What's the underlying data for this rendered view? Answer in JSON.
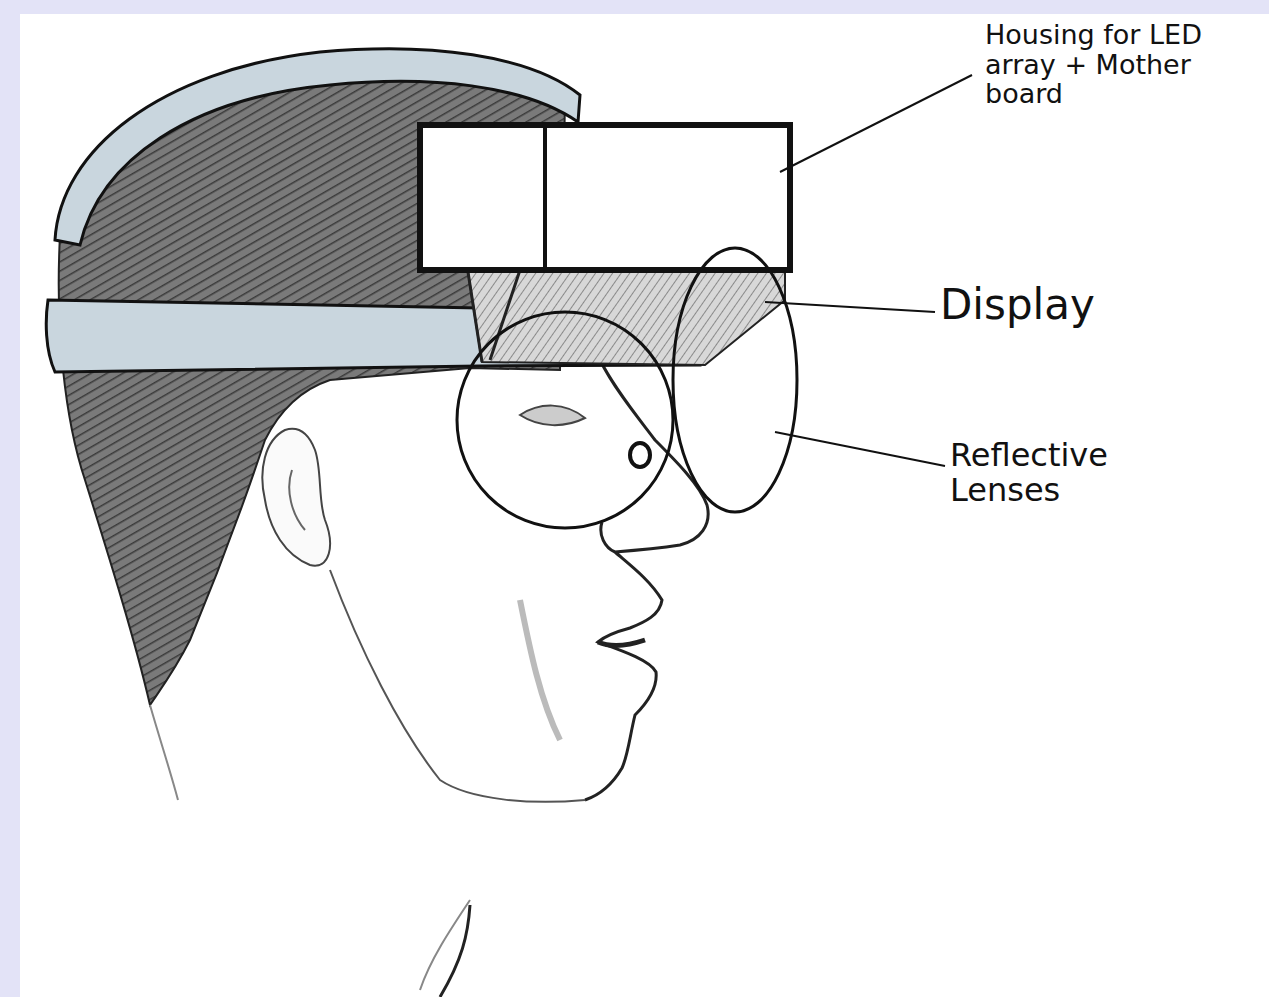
{
  "diagram": {
    "labels": [
      "Housing for LED array + Mother board",
      "Display",
      "Reflective Lenses"
    ]
  }
}
